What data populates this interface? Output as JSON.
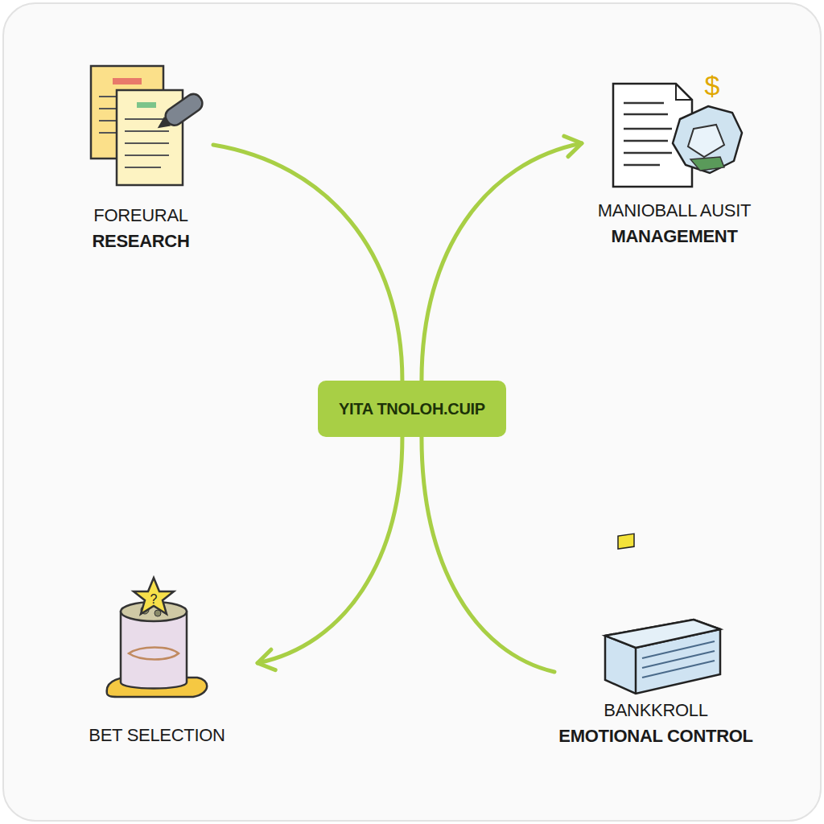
{
  "diagram": {
    "nodes": [
      {
        "text": [
          "FOREURAL",
          "RESEARCH"
        ]
      },
      {
        "text": [
          "MANIOBALL AUSIT",
          "MANAGEMENT"
        ]
      },
      {
        "text": [
          "YITA TNOLOH.CUIP"
        ]
      },
      {
        "text": [
          "BET SELECTION"
        ]
      },
      {
        "text": [
          "BANKKROLL",
          "EMOTIONAL CONTROL"
        ]
      }
    ],
    "edges": [
      {
        "from": 2,
        "to": 0,
        "arrow": "none"
      },
      {
        "from": 2,
        "to": 1,
        "arrow": "to"
      },
      {
        "from": 2,
        "to": 3,
        "arrow": "to"
      },
      {
        "from": 4,
        "to": 2,
        "arrow": "none"
      }
    ]
  }
}
